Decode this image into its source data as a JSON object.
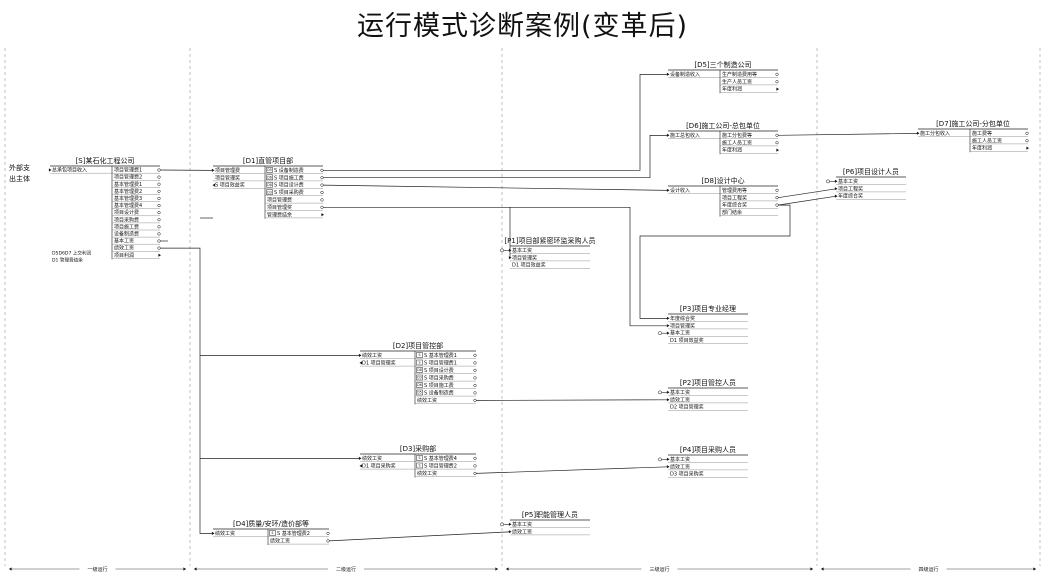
{
  "title": "运行模式诊断案例(变革后)",
  "external": "外部支出主体",
  "stages": [
    "一级运行",
    "二级运行",
    "三级运行",
    "四级运行"
  ],
  "boxes": [
    {
      "id": "S",
      "title": "[S]某石化工程公司",
      "left": [
        {
          "t": "总承包项目收入",
          "arrow": "in"
        }
      ],
      "right": [
        {
          "t": "项目管理费1",
          "sym": "o"
        },
        {
          "t": "项目管理费2",
          "sym": "o"
        },
        {
          "t": "基本管理费1",
          "sym": "o"
        },
        {
          "t": "基本管理费2",
          "sym": "o"
        },
        {
          "t": "基本管理费3",
          "sym": "o"
        },
        {
          "t": "基本管理费4",
          "sym": "o"
        },
        {
          "t": "项目设计费",
          "sym": "o"
        },
        {
          "t": "项目采购费",
          "sym": "o"
        },
        {
          "t": "项目施工费",
          "sym": "o"
        },
        {
          "t": "设备制造费",
          "sym": "o"
        },
        {
          "t": "基本工资",
          "sym": "o"
        },
        {
          "t": "绩效工资",
          "sym": "o"
        },
        {
          "t": "项目利润",
          "sym": "tri"
        }
      ],
      "notes": [
        "D5D6D7 上交利润",
        "D1 管理费结余"
      ]
    },
    {
      "id": "D1",
      "title": "[D1]直管项目部",
      "left": [
        {
          "t": "项目管理费",
          "arrow": "in"
        },
        {
          "t": "项目管理奖",
          "arrow": "none"
        },
        {
          "t": "S 项目效益奖",
          "arrow": "out"
        }
      ],
      "right": [
        {
          "t": "S 设备制造费",
          "sym": "o",
          "tag": "D5"
        },
        {
          "t": "S 项目施工费",
          "sym": "o",
          "tag": "D6"
        },
        {
          "t": "S 项目设计费",
          "sym": "o",
          "tag": "D8"
        },
        {
          "t": "S 项目采购费",
          "sym": "o",
          "tag": "D3"
        },
        {
          "t": "项目管理费",
          "sym": "o"
        },
        {
          "t": "项目管理奖",
          "sym": "o"
        },
        {
          "t": "管理费结余",
          "sym": "tri"
        }
      ]
    },
    {
      "id": "D5",
      "title": "[D5]三个制造公司",
      "left": [
        {
          "t": "设备制造收入",
          "arrow": "in"
        }
      ],
      "right": [
        {
          "t": "生产制造费用等",
          "sym": "o"
        },
        {
          "t": "生产人员工资",
          "sym": "o"
        },
        {
          "t": "年度利润",
          "sym": "tri"
        }
      ]
    },
    {
      "id": "D6",
      "title": "[D6]施工公司-总包单位",
      "left": [
        {
          "t": "施工总包收入",
          "arrow": "in"
        }
      ],
      "right": [
        {
          "t": "施工分包费等",
          "sym": "o"
        },
        {
          "t": "施工人员工资",
          "sym": "o"
        },
        {
          "t": "年度利润",
          "sym": "tri"
        }
      ]
    },
    {
      "id": "D7",
      "title": "[D7]施工公司-分包单位",
      "left": [
        {
          "t": "施工分包收入",
          "arrow": "in"
        }
      ],
      "right": [
        {
          "t": "施工费等",
          "sym": "o"
        },
        {
          "t": "施工人员工资",
          "sym": "o"
        },
        {
          "t": "年度利润",
          "sym": "tri"
        }
      ]
    },
    {
      "id": "D8",
      "title": "[D8]设计中心",
      "left": [
        {
          "t": "设计收入",
          "arrow": "in"
        }
      ],
      "right": [
        {
          "t": "管理费用等",
          "sym": "o"
        },
        {
          "t": "项目工程奖",
          "sym": "o"
        },
        {
          "t": "年度综合奖",
          "sym": "o"
        },
        {
          "t": "部门结余",
          "sym": "none"
        }
      ]
    },
    {
      "id": "P6",
      "title": "[P6]项目设计人员",
      "left": [
        {
          "t": "基本工资",
          "arrow": "in"
        },
        {
          "t": "项目工程奖",
          "arrow": "in"
        },
        {
          "t": "年度综合奖",
          "arrow": "in"
        }
      ],
      "right": []
    },
    {
      "id": "P1",
      "title": "[P1]项目部紧密环监采购人员",
      "left": [
        {
          "t": "基本工资",
          "arrow": "in"
        },
        {
          "t": "项目管理奖",
          "arrow": "in"
        },
        {
          "t": "D1 项目效益奖",
          "arrow": "none"
        }
      ],
      "right": []
    },
    {
      "id": "P3",
      "title": "[P3]项目专业经理",
      "left": [
        {
          "t": "年度综合奖",
          "arrow": "in"
        },
        {
          "t": "项目管理奖",
          "arrow": "in"
        },
        {
          "t": "基本工资",
          "arrow": "in"
        },
        {
          "t": "D1 项目效益奖",
          "arrow": "none"
        }
      ],
      "right": []
    },
    {
      "id": "P2",
      "title": "[P2]项目管控人员",
      "left": [
        {
          "t": "基本工资",
          "arrow": "in"
        },
        {
          "t": "绩效工资",
          "arrow": "in"
        },
        {
          "t": "D2 项目管理奖",
          "arrow": "none"
        }
      ],
      "right": []
    },
    {
      "id": "P4",
      "title": "[P4]项目采购人员",
      "left": [
        {
          "t": "基本工资",
          "arrow": "in"
        },
        {
          "t": "绩效工资",
          "arrow": "in"
        },
        {
          "t": "D3 项目采购奖",
          "arrow": "none"
        }
      ],
      "right": []
    },
    {
      "id": "P5",
      "title": "[P5]职能管理人员",
      "left": [
        {
          "t": "基本工资",
          "arrow": "in"
        },
        {
          "t": "绩效工资",
          "arrow": "in"
        }
      ],
      "right": []
    },
    {
      "id": "D2",
      "title": "[D2]项目管控部",
      "left": [
        {
          "t": "绩效工资",
          "arrow": "in"
        },
        {
          "t": "D1 项目管理奖",
          "arrow": "out"
        }
      ],
      "right": [
        {
          "t": "S 基本管理费1",
          "sym": "o",
          "tag": "S"
        },
        {
          "t": "S 项目管理费1",
          "sym": "o",
          "tag": "S"
        },
        {
          "t": "S 项目设计费",
          "sym": "o",
          "tag": "D8"
        },
        {
          "t": "S 项目采购费",
          "sym": "o",
          "tag": "D3"
        },
        {
          "t": "S 项目施工费",
          "sym": "o",
          "tag": "D6"
        },
        {
          "t": "S 设备制造费",
          "sym": "o",
          "tag": "D5"
        },
        {
          "t": "绩效工资",
          "sym": "o"
        }
      ]
    },
    {
      "id": "D3",
      "title": "[D3]采购部",
      "left": [
        {
          "t": "绩效工资",
          "arrow": "in"
        },
        {
          "t": "D1 项目采购奖",
          "arrow": "out"
        }
      ],
      "right": [
        {
          "t": "S 基本管理费4",
          "sym": "o",
          "tag": "S"
        },
        {
          "t": "S 项目管理费2",
          "sym": "o",
          "tag": "S"
        },
        {
          "t": "绩效工资",
          "sym": "o"
        }
      ]
    },
    {
      "id": "D4",
      "title": "[D4]质量/安环/造价部等",
      "left": [
        {
          "t": "绩效工资",
          "arrow": "in"
        }
      ],
      "right": [
        {
          "t": "S 基本管理费2",
          "sym": "o",
          "tag": "S"
        },
        {
          "t": "绩效工资",
          "sym": "o"
        }
      ]
    }
  ]
}
